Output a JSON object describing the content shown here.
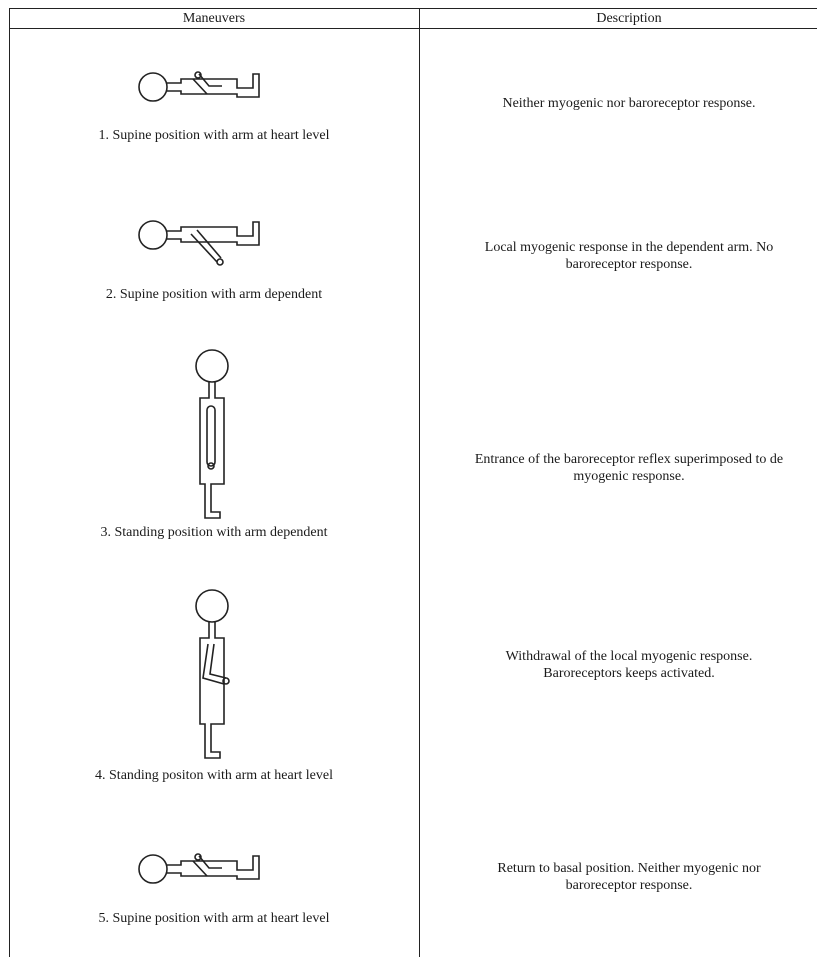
{
  "table": {
    "headers": [
      "Maneuvers",
      "Description"
    ],
    "rows": [
      {
        "maneuver": "1. Supine position with arm at heart level",
        "description": [
          "Neither myogenic nor baroreceptor response."
        ],
        "figure_icon": "supine-arm-heart-level-figure"
      },
      {
        "maneuver": "2. Supine position with arm dependent",
        "description": [
          "Local myogenic response in the dependent arm. No",
          "baroreceptor response."
        ],
        "figure_icon": "supine-arm-dependent-figure"
      },
      {
        "maneuver": "3. Standing position with arm dependent",
        "description": [
          "Entrance of the baroreceptor reflex superimposed to de",
          "myogenic response."
        ],
        "figure_icon": "standing-arm-dependent-figure"
      },
      {
        "maneuver": "4. Standing positon with arm at heart level",
        "description": [
          "Withdrawal of the local myogenic response.",
          "Baroreceptors keeps activated."
        ],
        "figure_icon": "standing-arm-heart-level-figure"
      },
      {
        "maneuver": "5. Supine position with arm at heart level",
        "description": [
          "Return to basal position. Neither myogenic nor",
          "baroreceptor response."
        ],
        "figure_icon": "supine-arm-heart-level-figure"
      }
    ]
  }
}
